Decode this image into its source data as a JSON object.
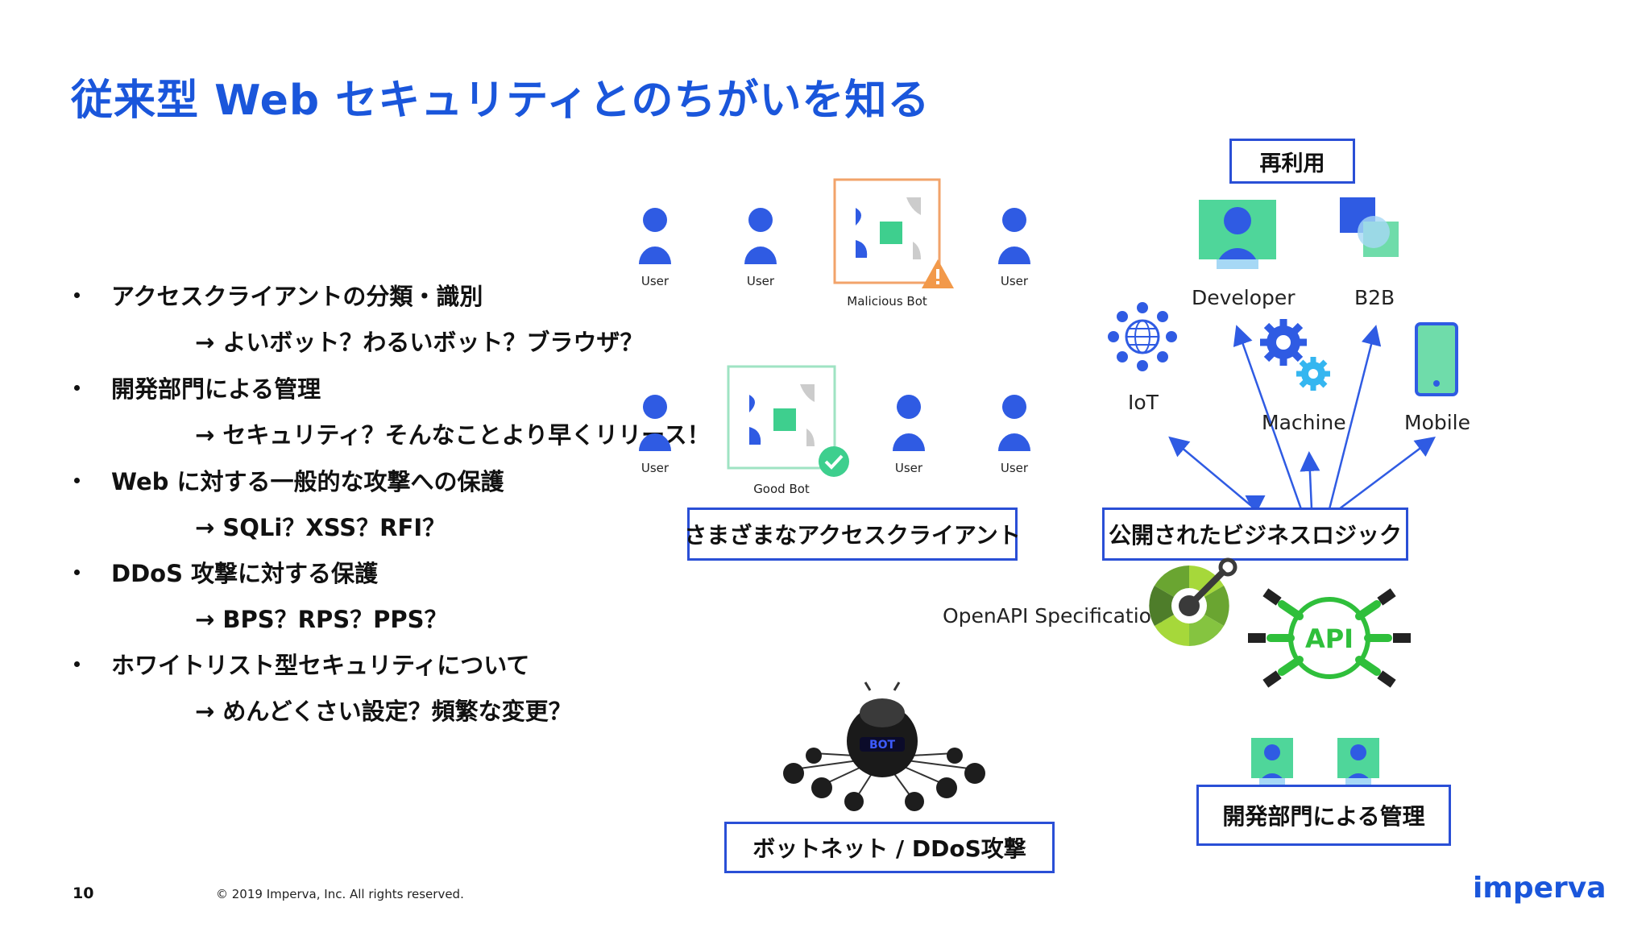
{
  "title": "従来型 Web セキュリティとのちがいを知る",
  "bullets": [
    {
      "text": "アクセスクライアントの分類・識別",
      "sub": "→ よいボット？わるいボット？ブラウザ？"
    },
    {
      "text": "開発部門による管理",
      "sub": "→ セキュリティ？そんなことより早くリリース！"
    },
    {
      "text": "Web に対する一般的な攻撃への保護",
      "sub": "→ SQLi？XSS？RFI？"
    },
    {
      "text": "DDoS 攻撃に対する保護",
      "sub": "→ BPS？RPS？PPS？"
    },
    {
      "text": "ホワイトリスト型セキュリティについて",
      "sub": "→ めんどくさい設定？頻繁な変更？"
    }
  ],
  "clients": {
    "user_label": "User",
    "malicious_bot": "Malicious Bot",
    "good_bot": "Good Bot",
    "box_label": "さまざまなアクセスクライアント"
  },
  "botnet": {
    "box_label": "ボットネット / DDoS攻撃",
    "bot_text": "BOT"
  },
  "business": {
    "reuse_label": "再利用",
    "developer": "Developer",
    "b2b": "B2B",
    "iot": "IoT",
    "machine": "Machine",
    "mobile": "Mobile",
    "box_label": "公開されたビジネスロジック",
    "openapi": "OpenAPI Specification",
    "api": "API",
    "dev_mgmt": "開発部門による管理"
  },
  "footer": {
    "page_number": "10",
    "copyright": "© 2019 Imperva, Inc. All rights reserved.",
    "logo": "imperva"
  },
  "colors": {
    "title": "#1a56db",
    "user": "#2f5be3",
    "box_border": "#2a4fd6",
    "green": "#3ecf8e",
    "api_green": "#2fbf3b",
    "warning": "#f2994a"
  },
  "icons": [
    "user-icon",
    "malicious-bot-icon",
    "warning-icon",
    "good-bot-icon",
    "check-icon",
    "globe-icon",
    "gear-icon",
    "mobile-icon",
    "bot-icon",
    "api-icon",
    "openapi-icon",
    "developer-icon"
  ]
}
